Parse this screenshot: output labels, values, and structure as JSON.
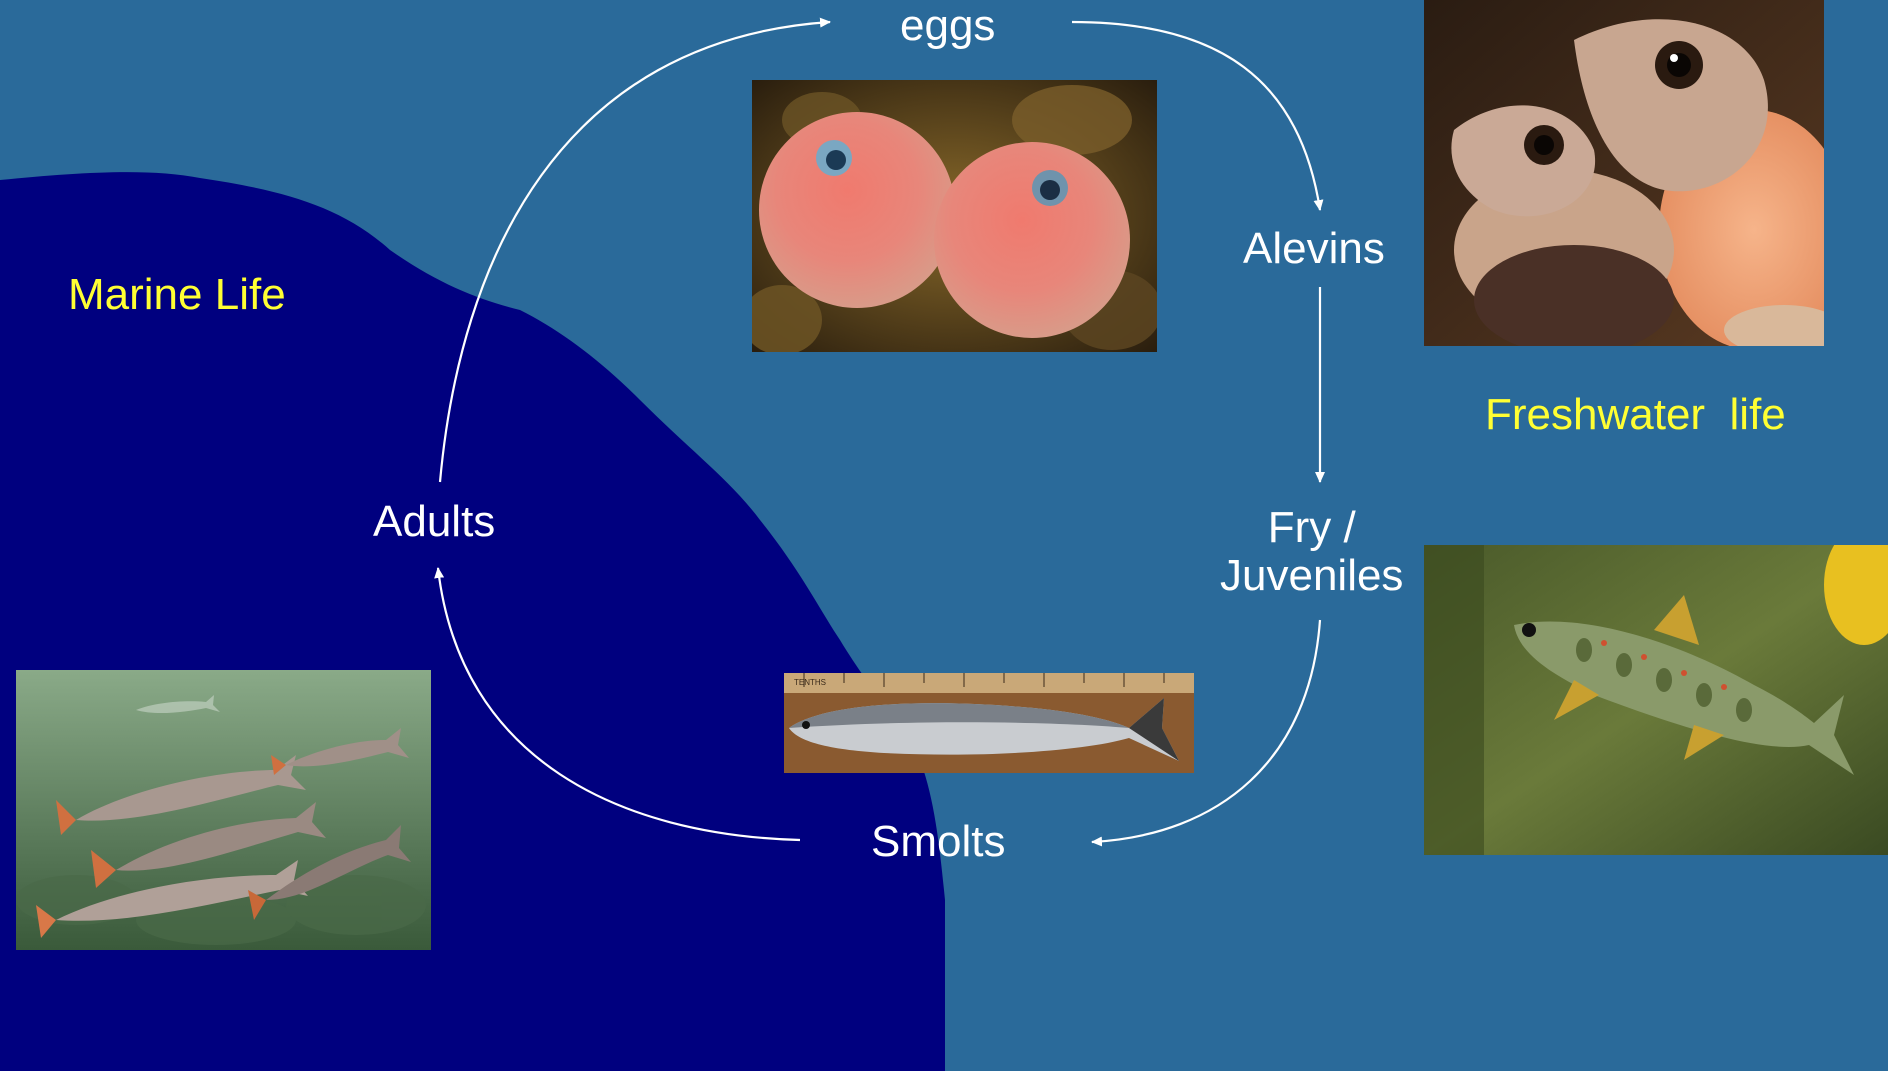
{
  "colors": {
    "freshwater": "#2a6a9a",
    "marine": "#00007f",
    "label_white": "#ffffff",
    "region_label_yellow": "#ffff33",
    "arrow": "#ffffff"
  },
  "regions": {
    "marine_label": "Marine Life",
    "freshwater_label": "Freshwater  life"
  },
  "stages": {
    "eggs": "eggs",
    "alevins": "Alevins",
    "fry_line1": "Fry /",
    "fry_line2": "Juveniles",
    "smolts": "Smolts",
    "adults": "Adults"
  },
  "cycle_order": [
    "eggs",
    "Alevins",
    "Fry / Juveniles",
    "Smolts",
    "Adults",
    "eggs"
  ],
  "photos": [
    {
      "name": "eggs-photo",
      "depicts": "two salmon eggs with visible eyes"
    },
    {
      "name": "alevins-photo",
      "depicts": "alevins with yolk sacs"
    },
    {
      "name": "fry-photo",
      "depicts": "juvenile salmon with parr marks"
    },
    {
      "name": "smolt-photo",
      "depicts": "smolt on a ruler"
    },
    {
      "name": "adults-photo",
      "depicts": "school of adult salmon swimming"
    }
  ],
  "ruler_text": "TENTHS"
}
